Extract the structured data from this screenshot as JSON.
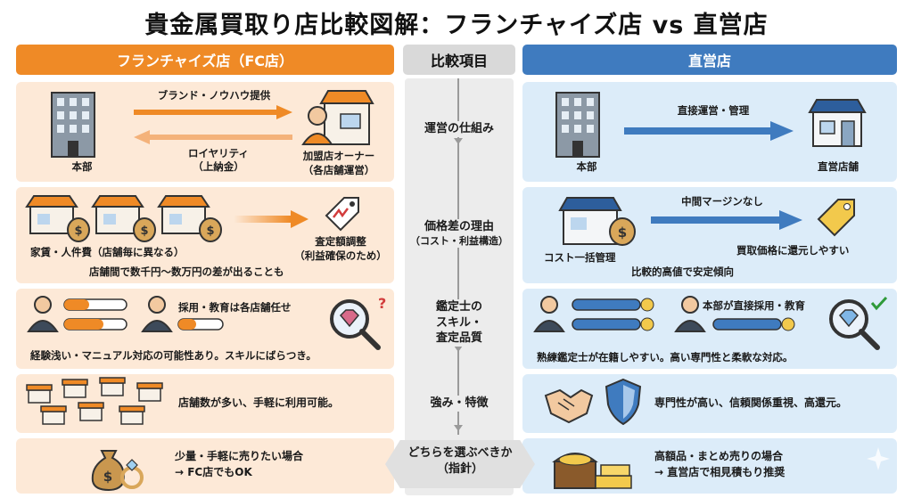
{
  "title": "貴金属買取り店比較図解：フランチャイズ店 vs 直営店",
  "headers": {
    "fc": "フランチャイズ店（FC店）",
    "middle": "比較項目",
    "direct": "直営店"
  },
  "rows": {
    "r1": {
      "middle": "運営の仕組み",
      "fc": {
        "arrow_top": "ブランド・ノウハウ提供",
        "arrow_bottom": "ロイヤリティ",
        "arrow_bottom2": "（上納金）",
        "left_label": "本部",
        "right_label": "加盟店オーナー",
        "right_label2": "（各店舗運営）"
      },
      "direct": {
        "arrow_label": "直接運営・管理",
        "left_label": "本部",
        "right_label": "直営店舗"
      }
    },
    "r2": {
      "middle": "価格差の理由",
      "middle_sub": "（コスト・利益構造）",
      "fc": {
        "left_label": "家賃・人件費（店舗毎に異なる）",
        "right_label": "査定額調整",
        "right_label2": "（利益確保のため）",
        "bottom": "店舗間で数千円〜数万円の差が出ることも"
      },
      "direct": {
        "arrow_label": "中間マージンなし",
        "left_label": "コスト一括管理",
        "right_label": "買取価格に還元しやすい",
        "bottom": "比較的高値で安定傾向"
      }
    },
    "r3": {
      "middle1": "鑑定士の",
      "middle2": "スキル・",
      "middle3": "査定品質",
      "fc": {
        "top": "採用・教育は各店舗任せ",
        "bottom": "経験浅い・マニュアル対応の可能性あり。スキルにばらつき。"
      },
      "direct": {
        "top": "本部が直接採用・教育",
        "bottom": "熟練鑑定士が在籍しやすい。高い専門性と柔軟な対応。"
      }
    },
    "r4": {
      "middle": "強み・特徴",
      "fc": {
        "text": "店舗数が多い、手軽に利用可能。"
      },
      "direct": {
        "text": "専門性が高い、信頼関係重視、高還元。"
      }
    },
    "r5": {
      "middle": "どちらを選ぶべきか",
      "middle_sub": "（指針）",
      "fc": {
        "line1": "少量・手軽に売りたい場合",
        "line2": "→ FC店でもOK"
      },
      "direct": {
        "line1": "高額品・まとめ売りの場合",
        "line2": "→ 直営店で相見積もり推奨"
      }
    }
  },
  "colors": {
    "orange": "#ef8a26",
    "blue": "#3f7bbf",
    "fc_bg": "#fde9d7",
    "dir_bg": "#dcecf9"
  }
}
